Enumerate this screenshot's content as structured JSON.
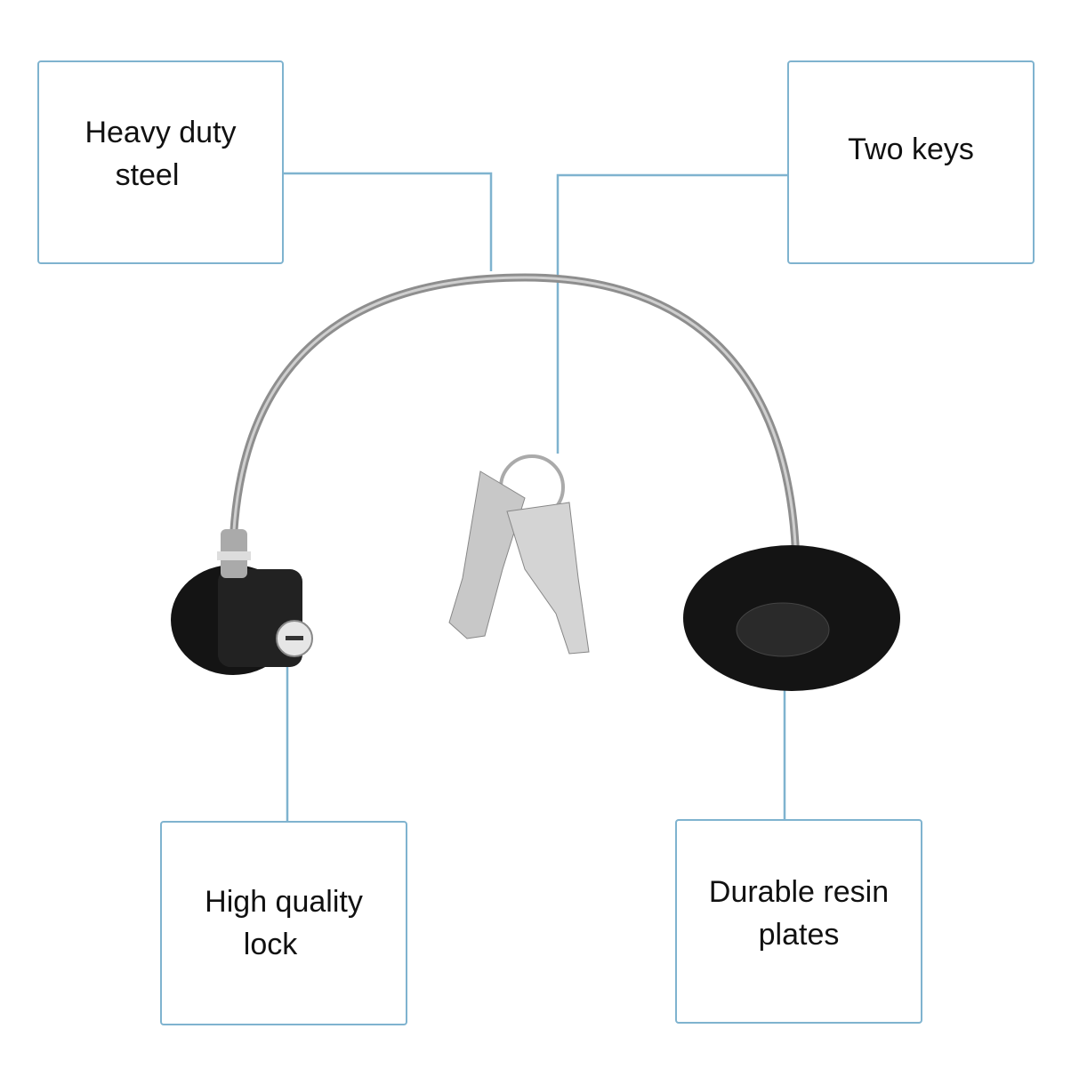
{
  "colors": {
    "border": "#7fb3cf",
    "line": "#7fb3cf",
    "plate": "#141414",
    "cable": "#9a9a9a"
  },
  "callouts": [
    {
      "id": "steel",
      "lines": [
        "Heavy duty",
        "steel"
      ]
    },
    {
      "id": "keys",
      "lines": [
        "Two keys"
      ]
    },
    {
      "id": "lock",
      "lines": [
        "High quality",
        "lock"
      ]
    },
    {
      "id": "plates",
      "lines": [
        "Durable resin",
        "plates"
      ]
    }
  ]
}
